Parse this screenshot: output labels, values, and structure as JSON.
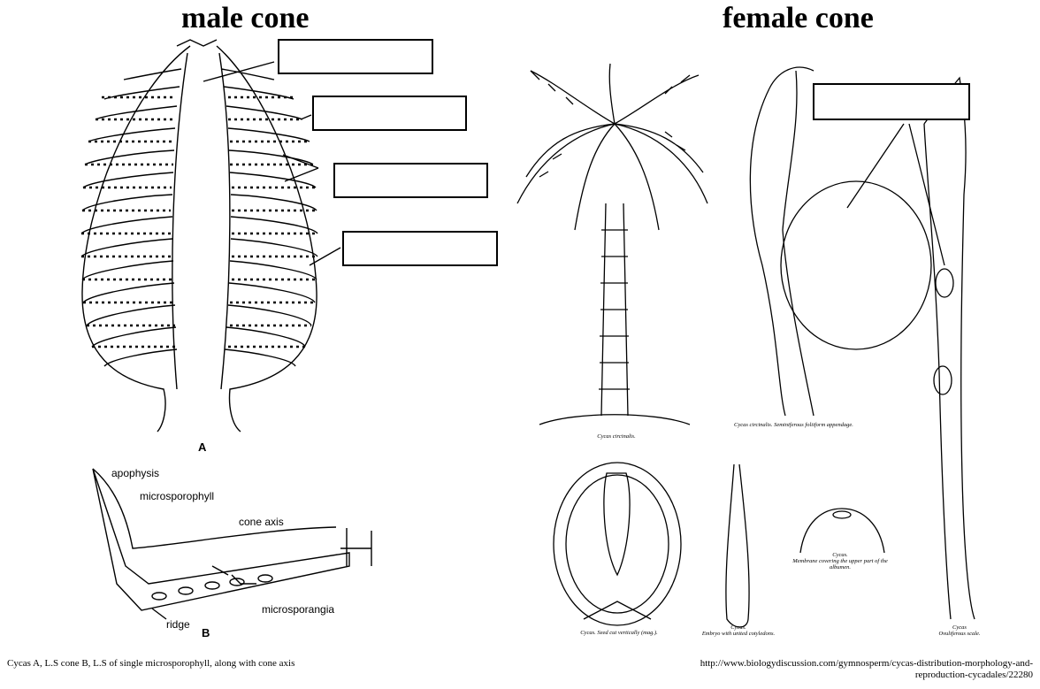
{
  "headings": {
    "male": "male cone",
    "female": "female cone"
  },
  "male_figure": {
    "label_a": "A",
    "label_b": "B",
    "apophysis": "apophysis",
    "microsporophyll": "microsporophyll",
    "cone_axis": "cone axis",
    "microsporangia": "microsporangia",
    "ridge": "ridge"
  },
  "female_figure": {
    "tree_caption": "Cycas circinalis.",
    "appendage_caption": "Cycas circinalis.  Seminiferous foliiform appendage.",
    "seed_caption": "Cycas.  Seed cut vertically (mag.).",
    "embryo_caption_1": "Cycas.",
    "embryo_caption_2": "Embryo with united cotyledons.",
    "membrane_caption_1": "Cycas.",
    "membrane_caption_2": "Membrane covering the upper part of the albumen.",
    "ovuliferous_caption_1": "Cycas",
    "ovuliferous_caption_2": "Ovuliferous scale."
  },
  "footer": {
    "left_caption": "Cycas A, L.S cone B, L.S of single microsporophyll, along with cone axis",
    "right_caption_1": "http://www.biologydiscussion.com/gymnosperm/cycas-distribution-morphology-and-",
    "right_caption_2": "reproduction-cycadales/22280"
  }
}
